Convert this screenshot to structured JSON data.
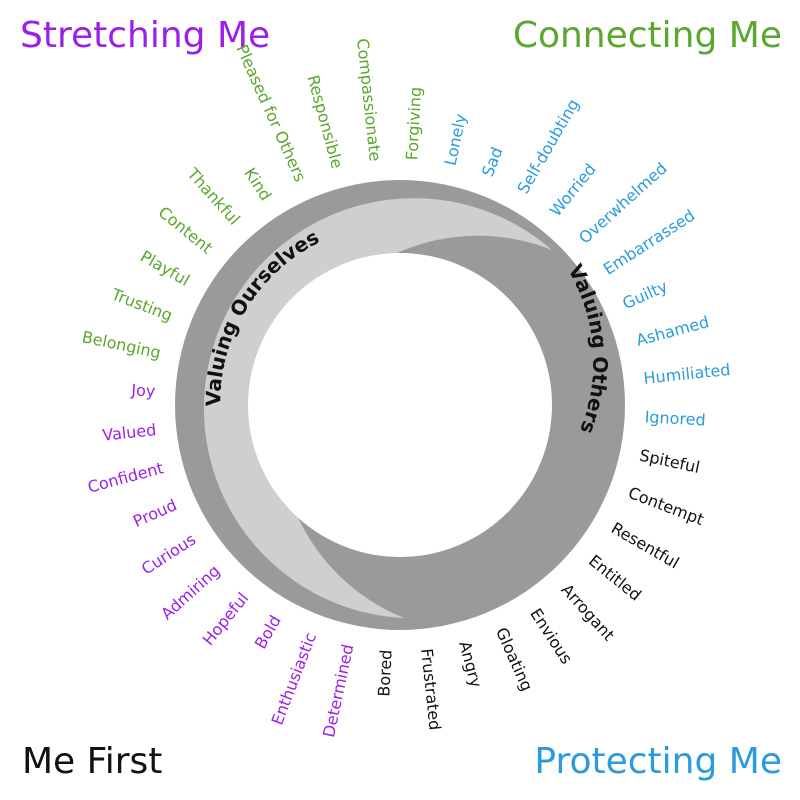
{
  "colors": {
    "stretching": "#9b1fe8",
    "connecting": "#5aa62e",
    "protecting": "#2b9bdc",
    "me_first": "#111111",
    "ring_outer": "#9a9a9a",
    "ring_inner": "#cfcfcf"
  },
  "quadrants": {
    "stretching": "Stretching Me",
    "connecting": "Connecting Me",
    "protecting": "Protecting Me",
    "me_first": "Me First"
  },
  "ring": {
    "valuing_ourselves": "Valuing Ourselves",
    "valuing_others": "Valuing Others"
  },
  "emotions": {
    "connecting": [
      "Belonging",
      "Trusting",
      "Playful",
      "Content",
      "Thankful",
      "Kind",
      "Pleased for Others",
      "Responsible",
      "Compassionate",
      "Forgiving"
    ],
    "protecting": [
      "Lonely",
      "Sad",
      "Self-doubting",
      "Worried",
      "Overwhelmed",
      "Embarrassed",
      "Guilty",
      "Ashamed",
      "Humiliated",
      "Ignored"
    ],
    "me_first": [
      "Spiteful",
      "Contempt",
      "Resentful",
      "Entitled",
      "Arrogant",
      "Envious",
      "Gloating",
      "Angry",
      "Frustrated",
      "Bored"
    ],
    "stretching": [
      "Determined",
      "Enthusiastic",
      "Bold",
      "Hopeful",
      "Admiring",
      "Curious",
      "Proud",
      "Confident",
      "Valued",
      "Joy"
    ]
  }
}
